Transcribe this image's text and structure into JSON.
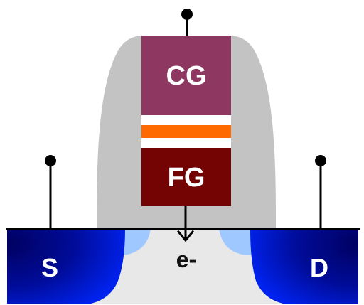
{
  "labels": {
    "control_gate": "CG",
    "floating_gate": "FG",
    "source": "S",
    "drain": "D",
    "electron": "e-"
  },
  "colors": {
    "control_gate": "#8e3760",
    "floating_gate": "#740303",
    "oxide_orange": "#ff6a00",
    "spacer": "#c3c3c3",
    "substrate": "#e8e8e8",
    "source_drain_dark": "#00007a",
    "source_drain_mid": "#0018e0",
    "ldd_light": "#9ec8ff",
    "line": "#000000"
  }
}
